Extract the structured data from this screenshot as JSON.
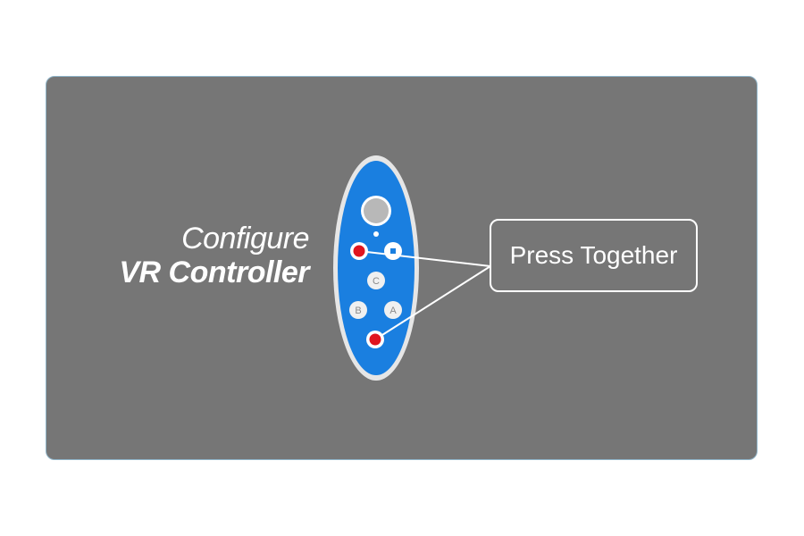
{
  "title": {
    "line1": "Configure",
    "line2": "VR Controller"
  },
  "callout": {
    "text": "Press Together"
  },
  "controller": {
    "buttons": {
      "c_label": "C",
      "b_label": "B",
      "a_label": "A"
    },
    "highlighted_buttons": [
      "red-button-top",
      "home-button",
      "red-button-bottom"
    ]
  },
  "colors": {
    "panel_background": "#767676",
    "controller_body": "#1a7fe0",
    "highlight": "#e0141f",
    "accent_square": "#1a7fe0"
  }
}
